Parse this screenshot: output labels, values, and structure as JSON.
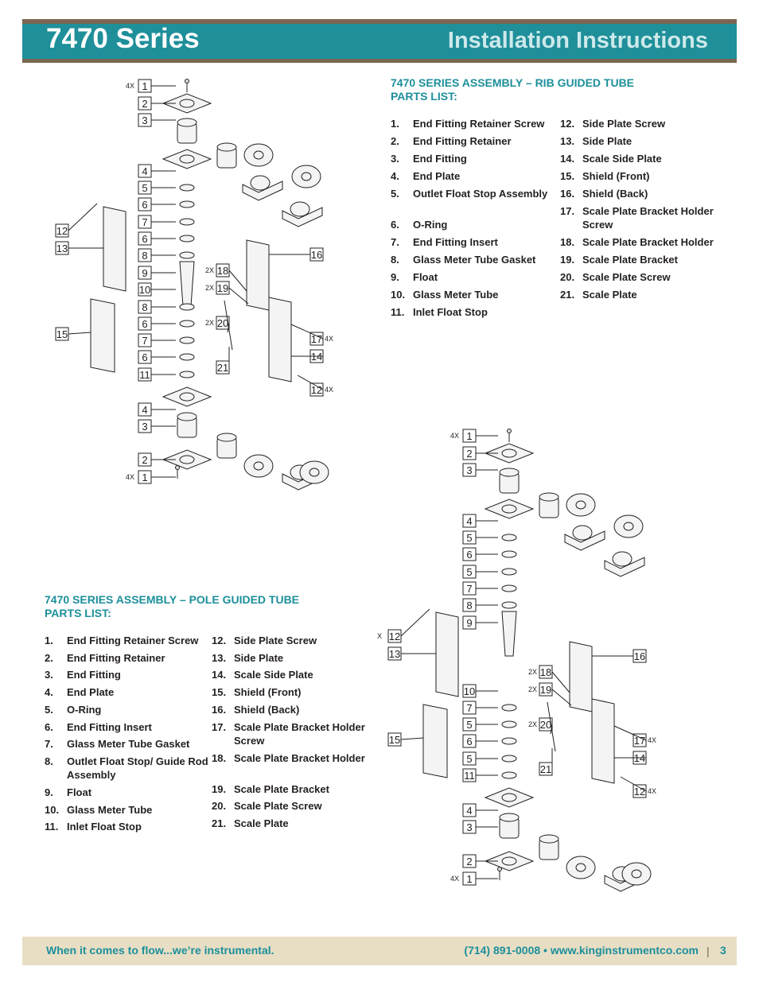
{
  "header": {
    "series_title": "7470 Series",
    "doc_title": "Installation Instructions"
  },
  "rib_section": {
    "title_line1": "7470 SERIES ASSEMBLY – RIB GUIDED TUBE",
    "title_line2": "PARTS LIST:",
    "parts_col1": [
      {
        "num": "1.",
        "name": "End Fitting Retainer Screw"
      },
      {
        "num": "2.",
        "name": "End Fitting Retainer"
      },
      {
        "num": "3.",
        "name": "End Fitting"
      },
      {
        "num": "4.",
        "name": "End Plate"
      },
      {
        "num": "5.",
        "name": "Outlet Float Stop Assembly"
      },
      {
        "num": "6.",
        "name": "O-Ring"
      },
      {
        "num": "7.",
        "name": "End Fitting Insert"
      },
      {
        "num": "8.",
        "name": "Glass Meter Tube Gasket"
      },
      {
        "num": "9.",
        "name": "Float"
      },
      {
        "num": "10.",
        "name": "Glass Meter Tube"
      },
      {
        "num": "11.",
        "name": "Inlet Float Stop"
      }
    ],
    "parts_col2": [
      {
        "num": "12.",
        "name": "Side Plate Screw"
      },
      {
        "num": "13.",
        "name": "Side Plate"
      },
      {
        "num": "14.",
        "name": "Scale Side Plate"
      },
      {
        "num": "15.",
        "name": "Shield (Front)"
      },
      {
        "num": "16.",
        "name": "Shield (Back)"
      },
      {
        "num": "17.",
        "name": "Scale Plate Bracket Holder Screw"
      },
      {
        "num": "18.",
        "name": "Scale Plate Bracket Holder"
      },
      {
        "num": "19.",
        "name": "Scale Plate Bracket"
      },
      {
        "num": "20.",
        "name": "Scale Plate Screw"
      },
      {
        "num": "21.",
        "name": "Scale Plate"
      }
    ]
  },
  "pole_section": {
    "title_line1": "7470 SERIES ASSEMBLY – POLE GUIDED TUBE",
    "title_line2": "PARTS LIST:",
    "parts_col1": [
      {
        "num": "1.",
        "name": "End Fitting Retainer Screw"
      },
      {
        "num": "2.",
        "name": "End Fitting Retainer"
      },
      {
        "num": "3.",
        "name": "End Fitting"
      },
      {
        "num": "4.",
        "name": "End Plate"
      },
      {
        "num": "5.",
        "name": "O-Ring"
      },
      {
        "num": "6.",
        "name": "End Fitting Insert"
      },
      {
        "num": "7.",
        "name": "Glass Meter Tube Gasket"
      },
      {
        "num": "8.",
        "name": "Outlet Float Stop/ Guide Rod Assembly"
      },
      {
        "num": "9.",
        "name": "Float"
      },
      {
        "num": "10.",
        "name": "Glass Meter Tube"
      },
      {
        "num": "11.",
        "name": "Inlet Float Stop"
      }
    ],
    "parts_col2": [
      {
        "num": "12.",
        "name": "Side Plate Screw"
      },
      {
        "num": "13.",
        "name": "Side Plate"
      },
      {
        "num": "14.",
        "name": "Scale Side Plate"
      },
      {
        "num": "15.",
        "name": "Shield (Front)"
      },
      {
        "num": "16.",
        "name": "Shield (Back)"
      },
      {
        "num": "17.",
        "name": "Scale Plate Bracket Holder Screw"
      },
      {
        "num": "18.",
        "name": "Scale Plate Bracket Holder"
      },
      {
        "num": "19.",
        "name": "Scale Plate Bracket"
      },
      {
        "num": "20.",
        "name": "Scale Plate Screw"
      },
      {
        "num": "21.",
        "name": "Scale Plate"
      }
    ]
  },
  "rib_diagram": {
    "callouts_left": [
      "1",
      "2",
      "3",
      "4",
      "5",
      "6",
      "7",
      "6",
      "8",
      "9",
      "10",
      "8",
      "6",
      "7",
      "6",
      "11",
      "4",
      "3",
      "2",
      "1"
    ],
    "callouts_side": [
      "12",
      "13",
      "15"
    ],
    "callouts_right": [
      "16",
      "18",
      "19",
      "20",
      "17",
      "14",
      "21",
      "12"
    ],
    "qty_4x": "4X",
    "qty_2x": "2X"
  },
  "pole_diagram": {
    "callouts_left": [
      "1",
      "2",
      "3",
      "4",
      "5",
      "6",
      "5",
      "7",
      "8",
      "9",
      "10",
      "7",
      "5",
      "6",
      "5",
      "11",
      "4",
      "3",
      "2",
      "1"
    ],
    "callouts_side": [
      "12",
      "13",
      "15"
    ],
    "callouts_right": [
      "16",
      "18",
      "19",
      "20",
      "17",
      "14",
      "21",
      "12"
    ],
    "qty_4x": "4X",
    "qty_2x": "2X",
    "qty_x": "X"
  },
  "footer": {
    "tagline": "When it comes to flow...we’re instrumental.",
    "contact": "(714) 891-0008 • www.kinginstrumentco.com",
    "separator": "|",
    "page_number": "3"
  },
  "colors": {
    "teal": "#1f8f9a",
    "brown": "#7a6651",
    "footer_bg": "#e8dec4"
  }
}
